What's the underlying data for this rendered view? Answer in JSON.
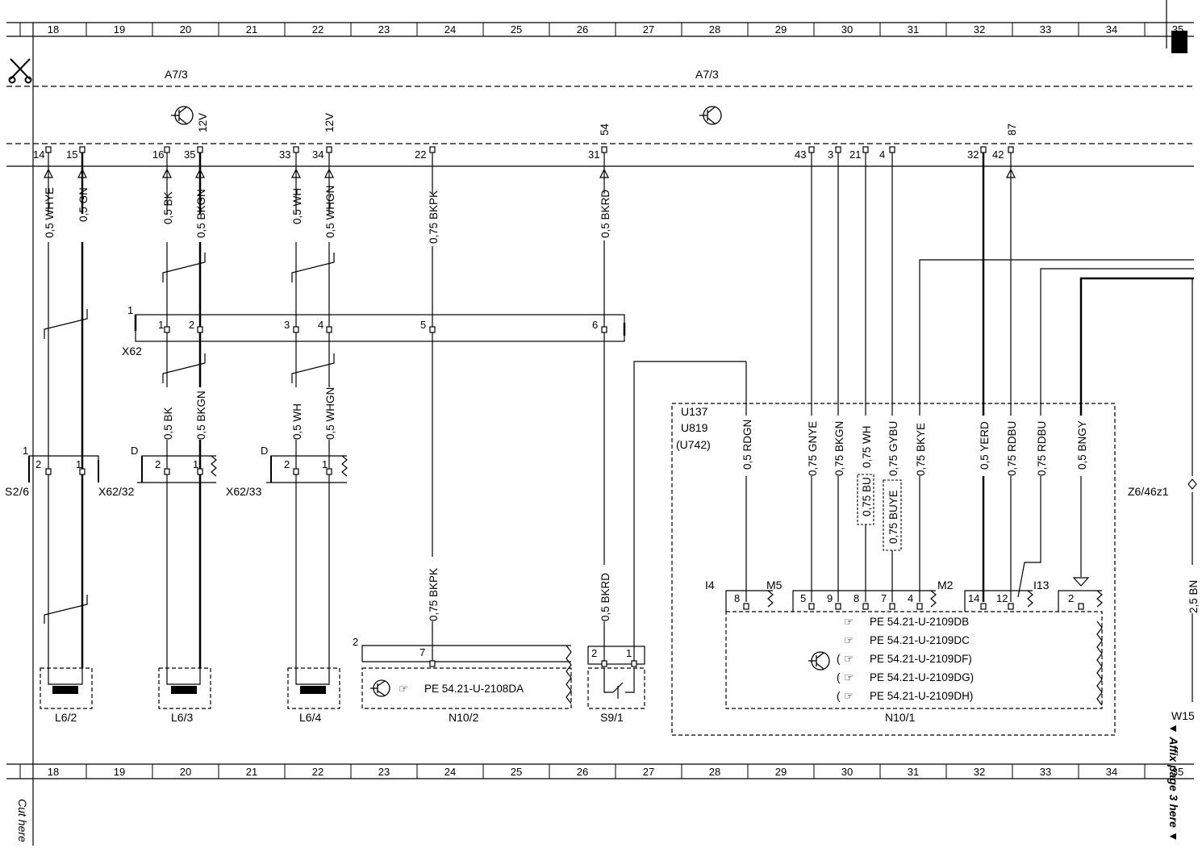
{
  "sheet": {
    "grid_columns": [
      "18",
      "19",
      "20",
      "21",
      "22",
      "23",
      "24",
      "25",
      "26",
      "27",
      "28",
      "29",
      "30",
      "31",
      "32",
      "33",
      "34",
      "35"
    ],
    "cut_here": "Cut here",
    "affix_note": "▼ Affix page 3 here ▼"
  },
  "control_unit": {
    "name_left": "A7/3",
    "name_right": "A7/3",
    "pins": [
      {
        "id": "p14",
        "label": "14"
      },
      {
        "id": "p15",
        "label": "15"
      },
      {
        "id": "p16",
        "label": "16"
      },
      {
        "id": "p35",
        "label": "35"
      },
      {
        "id": "p33",
        "label": "33"
      },
      {
        "id": "p34",
        "label": "34"
      },
      {
        "id": "p22",
        "label": "22"
      },
      {
        "id": "p31",
        "label": "31"
      },
      {
        "id": "p43",
        "label": "43"
      },
      {
        "id": "p3",
        "label": "3"
      },
      {
        "id": "p21",
        "label": "21"
      },
      {
        "id": "p4",
        "label": "4"
      },
      {
        "id": "p32",
        "label": "32"
      },
      {
        "id": "p42",
        "label": "42"
      }
    ],
    "volt_labels": [
      "12V",
      "12V",
      "54",
      "87"
    ]
  },
  "wires_top": [
    "0,5 WHYE",
    "0,5 GN",
    "0,5 BK",
    "0,5 BKGN",
    "0,5 WH",
    "0,5 WHGN",
    "0,75 BKPK",
    "0,5 BKRD"
  ],
  "wires_mid": [
    "0,5 BK",
    "0,5 BKGN",
    "0,5 WH",
    "0,5 WHGN"
  ],
  "wires_bottom": [
    "0,75 BKPK",
    "0,5 BKRD"
  ],
  "wires_right": [
    "0,5 RDGN",
    "0,75 GNYE",
    "0,75 BKGN",
    "0,75 WH",
    "0,75 GYBU",
    "0,75 BKYE",
    "0,5 YERD",
    "0,75 RDBU",
    "0,75 RDBU",
    "0,5 BNGY"
  ],
  "wires_alt": [
    "0,75 BU",
    "0,75 BUYE"
  ],
  "wire_edge": "2,5 BN",
  "x62": {
    "name": "X62",
    "corner": "1",
    "pins": [
      "1",
      "2",
      "3",
      "4",
      "5",
      "6"
    ]
  },
  "connectors": {
    "x62_32": {
      "name": "X62/32",
      "corner": "1",
      "pins": [
        "2",
        "1"
      ]
    },
    "x62_33": {
      "name": "X62/33",
      "corner": "D",
      "pins": [
        "2",
        "1"
      ]
    },
    "d_left": {
      "corner": "D",
      "pins": [
        "2",
        "1"
      ]
    },
    "s2_6": {
      "name": "S2/6"
    }
  },
  "components": {
    "l6_2": "L6/2",
    "l6_3": "L6/3",
    "l6_4": "L6/4",
    "n10_2": {
      "name": "N10/2",
      "corner": "2",
      "pin": "7",
      "ref": "PE 54.21-U-2108DA"
    },
    "s9_1": {
      "name": "S9/1",
      "pins": [
        "2",
        "1"
      ]
    }
  },
  "n10_1": {
    "name": "N10/1",
    "codes": [
      "U137",
      "U819",
      "(U742)"
    ],
    "group_labels": [
      "I4",
      "M5",
      "M2",
      "I13"
    ],
    "pins": [
      "8",
      "5",
      "9",
      "8",
      "7",
      "4",
      "14",
      "12",
      "2"
    ],
    "refs": [
      "PE 54.21-U-2109DB",
      "PE 54.21-U-2109DC",
      "(",
      "PE 54.21-U-2109DF)",
      "(",
      "PE 54.21-U-2109DG)",
      "(",
      "PE 54.21-U-2109DH)"
    ]
  },
  "right_edge": {
    "z6": "Z6/46z1",
    "w15": "W15"
  }
}
